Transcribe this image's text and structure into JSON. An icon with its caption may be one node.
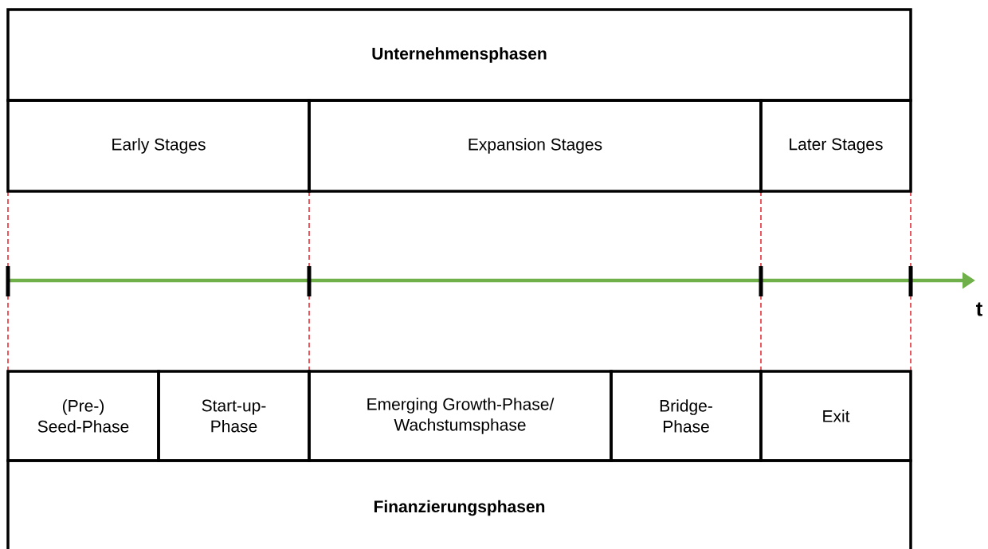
{
  "diagram": {
    "nodes": [
      {
        "text": [
          "Unternehmensphasen"
        ]
      },
      {
        "text": [
          "Early Stages"
        ]
      },
      {
        "text": [
          "Expansion Stages"
        ]
      },
      {
        "text": [
          "Later Stages"
        ]
      },
      {
        "text": [
          "(Pre-) Seed-Phase"
        ]
      },
      {
        "text": [
          "Start-up-Phase"
        ]
      },
      {
        "text": [
          "Emerging Growth-Phase/ Wachstumsphase"
        ]
      },
      {
        "text": [
          "Bridge-Phase"
        ]
      },
      {
        "text": [
          "Exit"
        ]
      },
      {
        "text": [
          "Finanzierungsphasen"
        ]
      }
    ],
    "labels": [
      "t"
    ]
  }
}
